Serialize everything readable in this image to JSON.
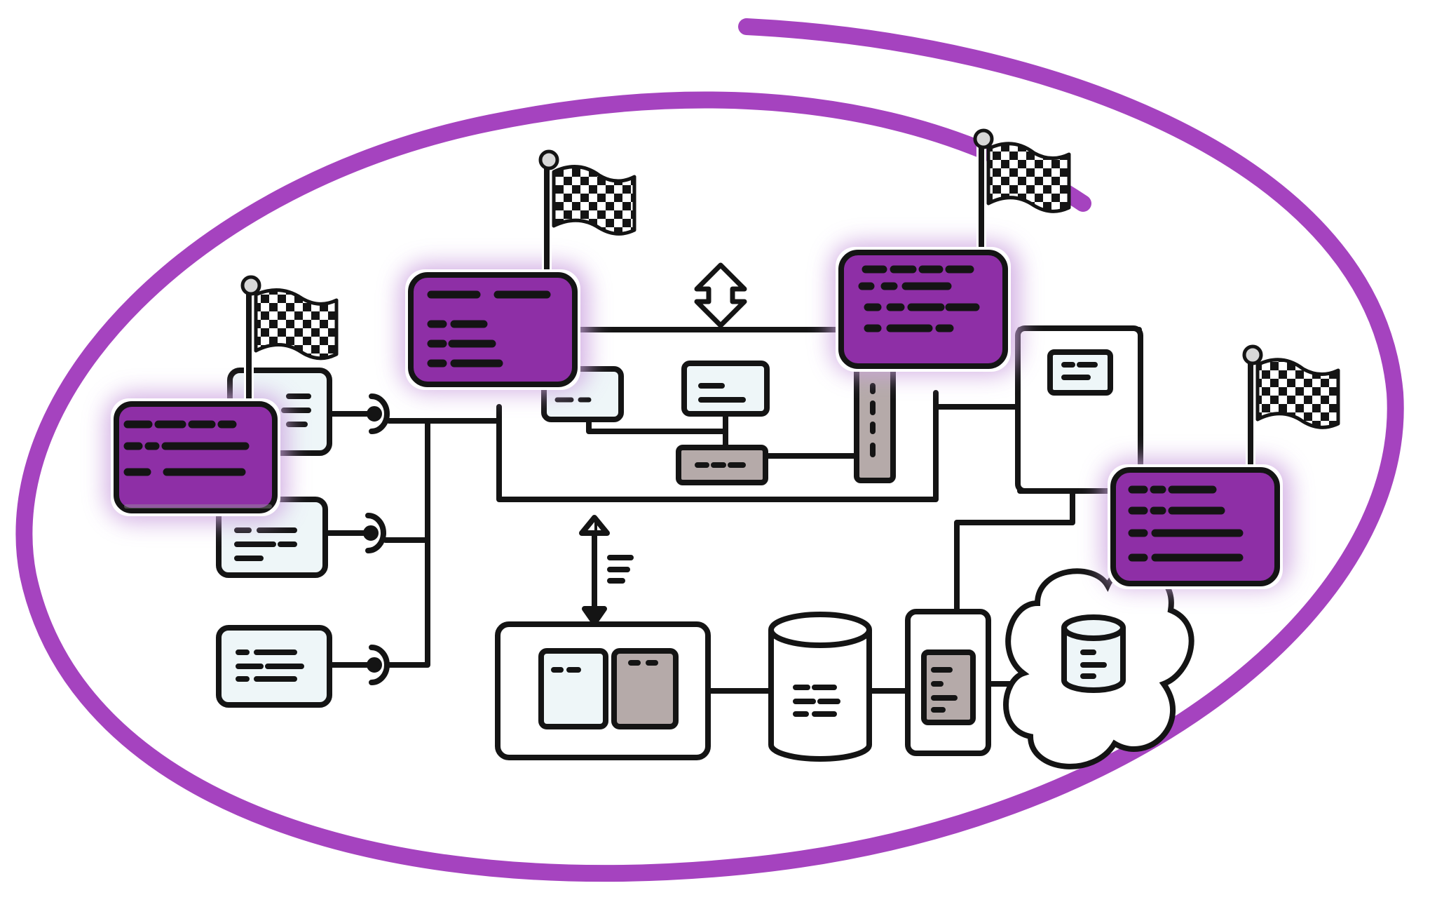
{
  "colors": {
    "ring": "#a543bf",
    "milestone_fill": "#8e2fa6",
    "milestone_glow": "#cda6e0",
    "ink": "#141414",
    "light_box": "#eef6f8",
    "dark_box": "#b5aaa9",
    "paper": "#ffffff",
    "flag_pole": "#d7d7d7"
  },
  "icons": [
    "finish-flag-icon",
    "double-arrow-icon",
    "database-icon",
    "cloud-icon",
    "plug-icon"
  ],
  "milestones": [
    {
      "id": "milestone-1",
      "flag": "finish-flag-icon"
    },
    {
      "id": "milestone-2",
      "flag": "finish-flag-icon"
    },
    {
      "id": "milestone-3",
      "flag": "finish-flag-icon"
    },
    {
      "id": "milestone-4",
      "flag": "finish-flag-icon"
    }
  ]
}
